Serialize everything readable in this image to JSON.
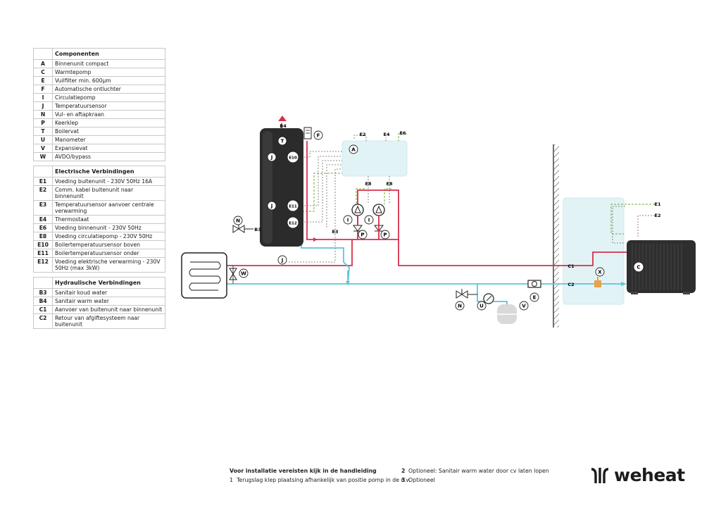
{
  "legend": {
    "componenten": {
      "title": "Componenten",
      "rows": [
        {
          "code": "A",
          "text": "Binnenunit compact"
        },
        {
          "code": "C",
          "text": "Warmtepomp"
        },
        {
          "code": "E",
          "text": "Vuilfilter min. 600µm"
        },
        {
          "code": "F",
          "text": "Automatische ontluchter"
        },
        {
          "code": "I",
          "text": "Circulatiepomp"
        },
        {
          "code": "J",
          "text": "Temperatuursensor"
        },
        {
          "code": "N",
          "text": "Vul- en aftapkraan"
        },
        {
          "code": "P",
          "text": "Keerklep"
        },
        {
          "code": "T",
          "text": "Boilervat"
        },
        {
          "code": "U",
          "text": "Manometer"
        },
        {
          "code": "V",
          "text": "Expansievat"
        },
        {
          "code": "W",
          "text": "AVDO/bypass"
        }
      ]
    },
    "elektrisch": {
      "title": "Electrische Verbindingen",
      "rows": [
        {
          "code": "E1",
          "text": "Voeding buitenunit - 230V 50Hz 16A"
        },
        {
          "code": "E2",
          "text": "Comm. kabel buitenunit naar binnenunit"
        },
        {
          "code": "E3",
          "text": "Temperatuursensor aanvoer centrale verwarming"
        },
        {
          "code": "E4",
          "text": "Thermostaat"
        },
        {
          "code": "E6",
          "text": "Voeding binnenunit - 230V 50Hz"
        },
        {
          "code": "E8",
          "text": "Voeding circulatiepomp - 230V 50Hz"
        },
        {
          "code": "E10",
          "text": "Boilertemperatuursensor boven"
        },
        {
          "code": "E11",
          "text": "Boilertemperatuursensor onder"
        },
        {
          "code": "E12",
          "text": "Voeding elektrische verwarming - 230V 50Hz (max 3kW)"
        }
      ]
    },
    "hydraulisch": {
      "title": "Hydraulische Verbindingen",
      "rows": [
        {
          "code": "B3",
          "text": "Sanitair koud water"
        },
        {
          "code": "B4",
          "text": "Sanitair warm water"
        },
        {
          "code": "C1",
          "text": "Aanvoer van buitenunit naar binnenunit"
        },
        {
          "code": "C2",
          "text": "Retour van afgiftesysteem naar buitenunit"
        }
      ]
    }
  },
  "diagram_labels": {
    "B4": "B4",
    "B3": "B3",
    "T": "T",
    "F": "F",
    "J": "J",
    "E10": "E10",
    "E11": "E11",
    "E12": "E12",
    "N": "N",
    "E3": "E3",
    "E2": "E2",
    "E4": "E4",
    "E6": "E6",
    "A": "A",
    "E8": "E8",
    "I": "I",
    "P": "P",
    "W": "W",
    "E1": "E1",
    "C1": "C1",
    "C2": "C2",
    "C": "C",
    "X": "X",
    "E": "E",
    "U": "U",
    "V": "V"
  },
  "footer": {
    "heading": "Voor installatie vereisten kijk in de handleiding",
    "note1_num": "1",
    "note1": "Terugslag klep plaatsing afhankelijk van positie pomp in de c.v.",
    "note2_num": "2",
    "note2": "Optioneel: Sanitair warm water door cv laten lopen",
    "note3_num": "3",
    "note3": "Optioneel"
  },
  "brand": "weheat",
  "colors": {
    "supply_red": "#d6304a",
    "return_blue": "#5fc3dc",
    "electric_green": "#6fae2c",
    "panel_fill": "#e2f3f5",
    "tank": "#2b2b2b"
  }
}
